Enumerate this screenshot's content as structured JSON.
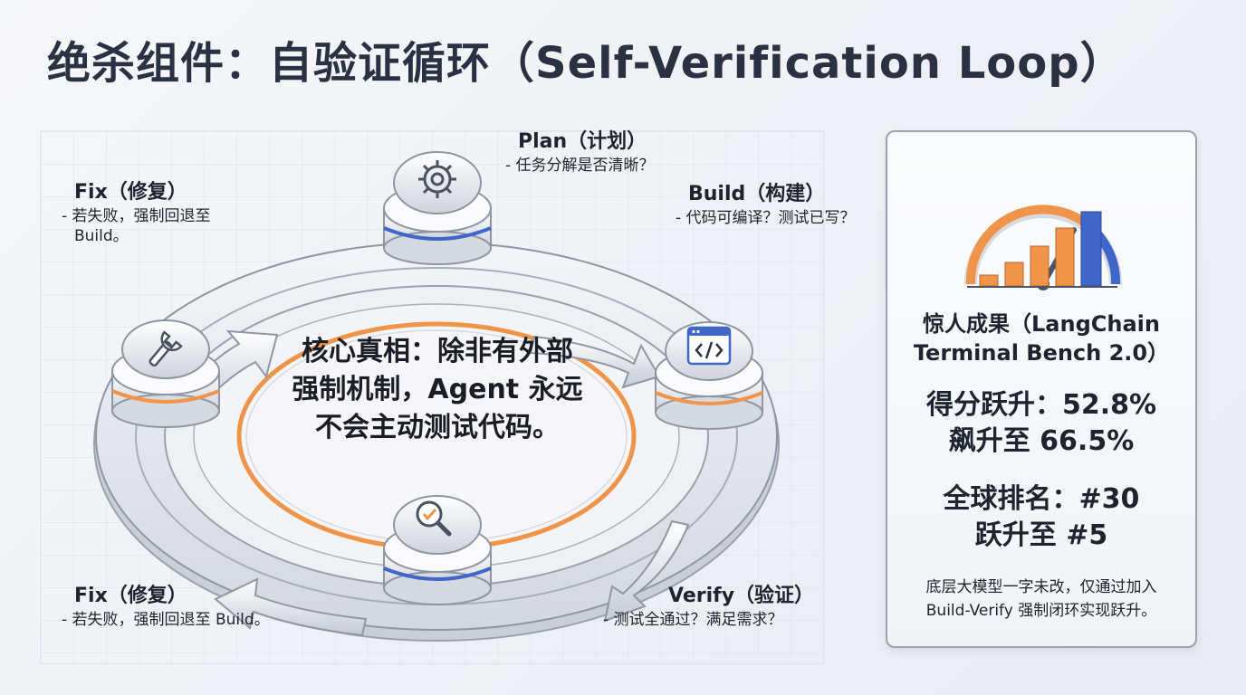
{
  "title": "绝杀组件：自验证循环（Self-Verification Loop）",
  "steps": {
    "plan": {
      "head": "Plan（计划）",
      "sub": "- 任务分解是否清晰？"
    },
    "build": {
      "head": "Build（构建）",
      "sub": "- 代码可编译？测试已写？"
    },
    "verify": {
      "head": "Verify（验证）",
      "sub": "- 测试全通过？满足需求？"
    },
    "fix_bottom": {
      "head": "Fix（修复）",
      "sub": "- 若失败，强制回退至 Build。"
    },
    "fix_top": {
      "head": "Fix（修复）",
      "sub1": "- 若失败，强制回退至",
      "sub2": "Build。"
    }
  },
  "core": {
    "line1": "核心真相：除非有外部",
    "line2": "强制机制，Agent 永远",
    "line3": "不会主动测试代码。"
  },
  "icons": {
    "plan": "gear-icon",
    "build": "code-window-icon",
    "verify": "magnifier-check-icon",
    "fix": "wrench-icon",
    "result": "gauge-bar-chart-icon"
  },
  "results": {
    "title1": "惊人成果（LangChain",
    "title2": "Terminal Bench 2.0）",
    "score1": "得分跃升：52.8%",
    "score2": "飙升至 66.5%",
    "rank1": "全球排名：#30",
    "rank2": "跃升至 #5",
    "foot1": "底层大模型一字未改，仅通过加入",
    "foot2": "Build-Verify 强制闭环实现跃升。"
  },
  "colors": {
    "accent_blue": "#3f66c8",
    "accent_orange": "#f0944a"
  }
}
